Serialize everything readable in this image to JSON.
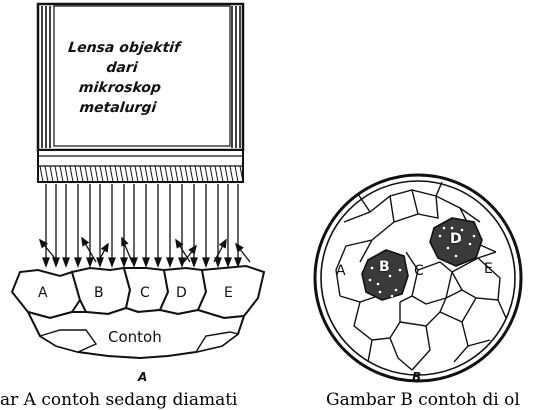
{
  "lens": {
    "lines": [
      "Lensa objektif",
      "dari",
      "mikroskop",
      "metalurgi"
    ]
  },
  "figure_a": {
    "grain_labels": [
      "A",
      "B",
      "C",
      "D",
      "E"
    ],
    "specimen_label": "Contoh",
    "figure_letter": "A",
    "caption": "ar A contoh sedang diamati"
  },
  "figure_b": {
    "grain_labels": [
      "A",
      "B",
      "C",
      "D",
      "E"
    ],
    "figure_letter": "B",
    "caption": "Gambar B contoh di ol"
  },
  "colors": {
    "ink": "#111111",
    "paper": "#ffffff",
    "dark_grain": "#3a3a3a"
  }
}
